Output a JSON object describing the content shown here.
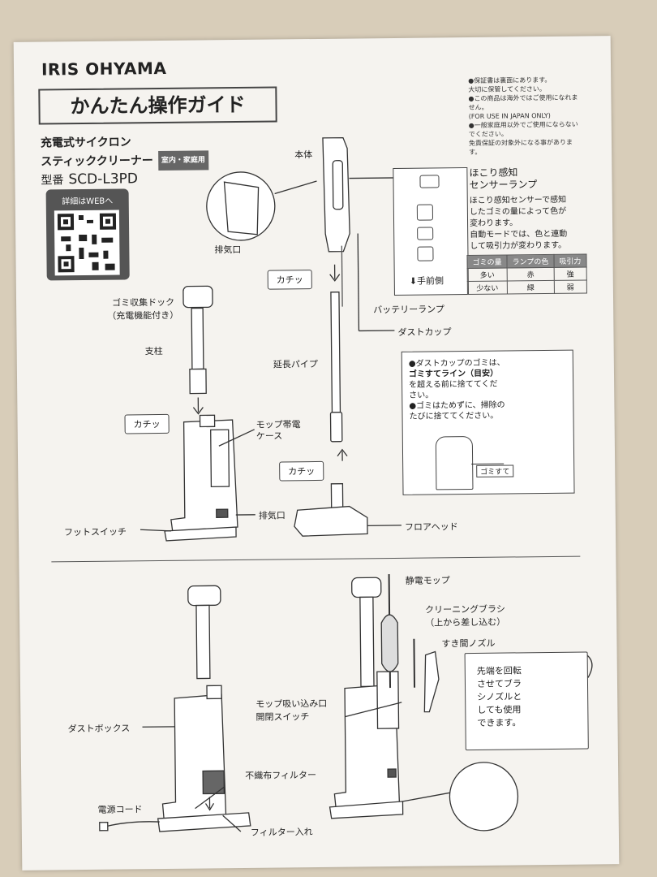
{
  "header": {
    "brand": "IRIS OHYAMA",
    "guide_title": "かんたん操作ガイド",
    "product_line1": "充電式サイクロン",
    "product_line2": "スティッククリーナー",
    "usage_tag": "室内・家庭用",
    "model_label": "型番",
    "model_number": "SCD-L3PD"
  },
  "qr": {
    "label": "詳細はWEBへ"
  },
  "notes": [
    "●保証書は裏面にあります。",
    "大切に保管してください。",
    "●この商品は海外ではご使用になれません。",
    "(FOR USE IN JAPAN ONLY)",
    "●一般家庭用以外でご使用にならないでください。",
    "免責保証の対象外になる事があります。"
  ],
  "top_labels": {
    "body": "本体",
    "exhaust1": "排気口",
    "click1": "カチッ",
    "click2": "カチッ",
    "click3": "カチッ",
    "dock": "ゴミ収集ドック",
    "dock_sub": "（充電機能付き）",
    "pole": "支柱",
    "ext_pipe": "延長パイプ",
    "mop_case1": "モップ帯電",
    "mop_case2": "ケース",
    "exhaust2": "排気口",
    "foot_switch": "フットスイッチ",
    "floor_head": "フロアヘッド",
    "hand_side": "手前側",
    "battery_lamp": "バッテリーランプ",
    "dust_cup": "ダストカップ"
  },
  "sensor": {
    "title1": "ほこり感知",
    "title2": "センサーランプ",
    "desc": [
      "ほこり感知センサーで感知",
      "したゴミの量によって色が",
      "変わります。",
      "自動モードでは、色と連動",
      "して吸引力が変わります。"
    ]
  },
  "lamp_table": {
    "headers": [
      "ゴミの量",
      "ランプの色",
      "吸引力"
    ],
    "rows": [
      [
        "多い",
        "赤",
        "強"
      ],
      [
        "少ない",
        "緑",
        "弱"
      ]
    ]
  },
  "warning": {
    "line1": "●ダストカップのゴミは、",
    "line2": "ゴミすてライン（目安）",
    "line3": "を超える前に捨ててくだ",
    "line4": "さい。",
    "line5": "●ゴミはためずに、掃除の",
    "line6": "たびに捨ててください。",
    "gomi_line": "ゴミすて"
  },
  "bottom_labels": {
    "static_mop": "静電モップ",
    "brush": "クリーニングブラシ",
    "brush_sub": "（上から差し込む）",
    "gap_nozzle": "すき間ノズル",
    "dust_box": "ダストボックス",
    "mop_switch1": "モップ吸い込み口",
    "mop_switch2": "開閉スイッチ",
    "filter": "不織布フィルター",
    "cord": "電源コード",
    "filter_slot": "フィルター入れ"
  },
  "callout": {
    "l1": "先端を回転",
    "l2": "させてブラ",
    "l3": "シノズルと",
    "l4": "しても使用",
    "l5": "できます。"
  }
}
